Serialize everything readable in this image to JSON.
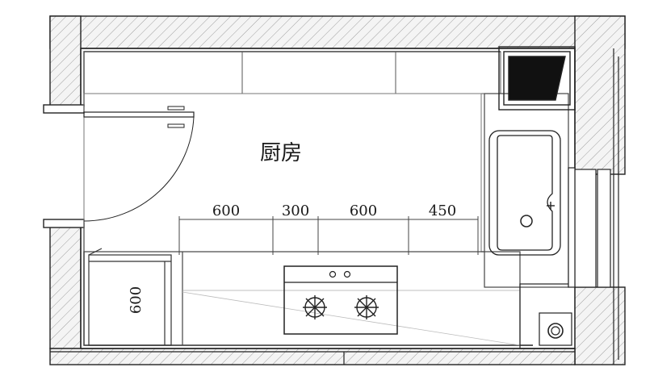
{
  "room": {
    "name": "厨房"
  },
  "dimensions": {
    "counter": [
      "600",
      "300",
      "600",
      "450"
    ],
    "side": "600"
  },
  "colors": {
    "line": "#222222",
    "hatch": "#9a9a9a",
    "wall_fill": "#f4f4f4"
  }
}
